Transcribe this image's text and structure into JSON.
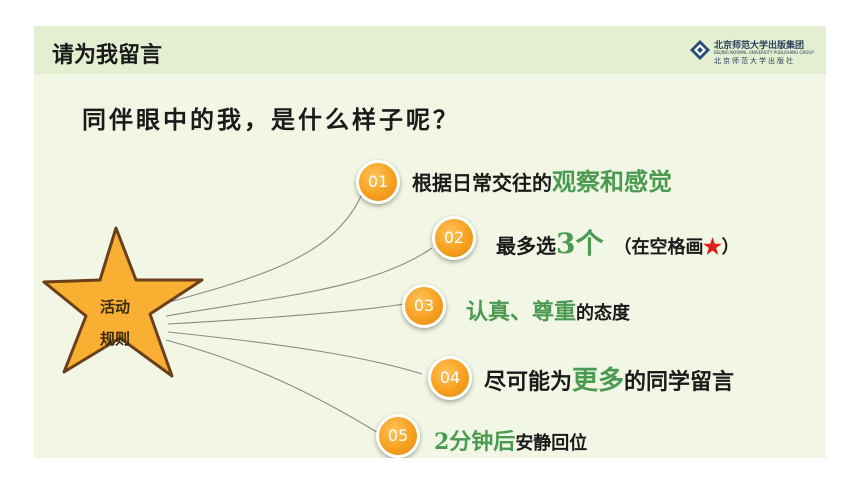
{
  "title": "请为我留言",
  "logo": {
    "name_cn": "北京师范大学出版集团",
    "name_en": "BEIJING NORMAL UNIVERSITY PUBLISHING GROUP",
    "name_cn2": "北京师范大学出版社"
  },
  "question": "同伴眼中的我，是什么样子呢？",
  "star": {
    "line1": "活动",
    "line2": "规则"
  },
  "rules": [
    {
      "num": "01",
      "pre": "根据日常交往的",
      "hl": "观察和感觉",
      "post": ""
    },
    {
      "num": "02",
      "pre": "最多选",
      "hl": "3个",
      "note": "（在空格画",
      "star": "★",
      "note_end": "）"
    },
    {
      "num": "03",
      "pre": "",
      "hl": "认真、尊重",
      "post": "的态度"
    },
    {
      "num": "04",
      "pre": "尽可能为",
      "hl": "更多",
      "post": "的同学留言"
    },
    {
      "num": "05",
      "pre": "",
      "hl": "2分钟后",
      "post": "安静回位"
    }
  ],
  "colors": {
    "accent_green": "#4a9a52",
    "orange": "#f7a020",
    "star_fill": "#f9b032",
    "star_stroke": "#6b3f1a"
  }
}
